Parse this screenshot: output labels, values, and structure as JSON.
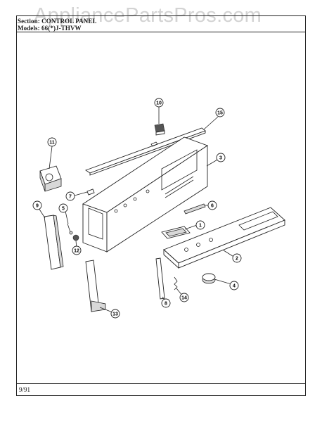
{
  "header": {
    "section_line": "Section: CONTROL PANEL",
    "models_line": "Models: 66(*)J-THVW"
  },
  "watermark": "AppliancePartsPros.com",
  "footer": {
    "date": "9/91"
  },
  "callouts": [
    "10",
    "15",
    "11",
    "3",
    "7",
    "9",
    "5",
    "6",
    "12",
    "1",
    "2",
    "4",
    "13",
    "8",
    "14"
  ]
}
